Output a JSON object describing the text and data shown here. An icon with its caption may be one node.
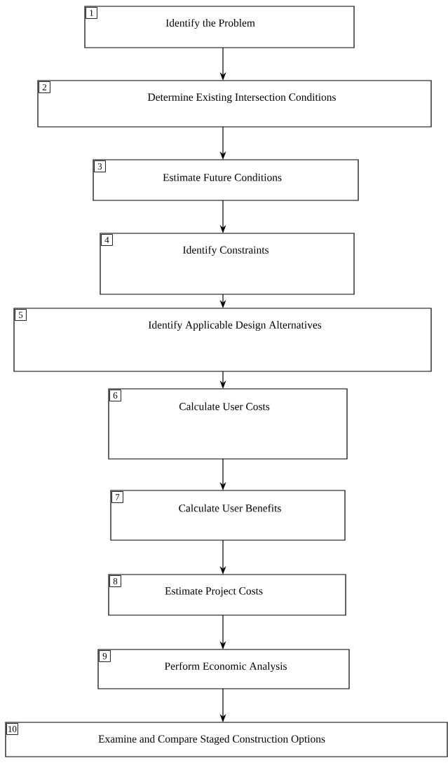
{
  "diagram": {
    "nodes": [
      {
        "text": [
          "1",
          "Identify the Problem"
        ]
      },
      {
        "text": [
          "2",
          "Determine Existing  Intersection Conditions"
        ]
      },
      {
        "text": [
          "3",
          "Estimate Future Conditions"
        ]
      },
      {
        "text": [
          "4",
          "Identify Constraints"
        ]
      },
      {
        "text": [
          "5",
          "Identify Applicable Design Alternatives"
        ]
      },
      {
        "text": [
          "6",
          "Calculate User Costs"
        ]
      },
      {
        "text": [
          "7",
          "Calculate User Benefits"
        ]
      },
      {
        "text": [
          "8",
          "Estimate Project Costs"
        ]
      },
      {
        "text": [
          "9",
          "Perform Economic Analysis"
        ]
      },
      {
        "text": [
          "10",
          "Examine and Compare Staged Construction Options"
        ]
      }
    ],
    "edges": [
      {
        "from": 0,
        "to": 1,
        "arrow": "to"
      },
      {
        "from": 1,
        "to": 2,
        "arrow": "to"
      },
      {
        "from": 2,
        "to": 3,
        "arrow": "to"
      },
      {
        "from": 3,
        "to": 4,
        "arrow": "to"
      },
      {
        "from": 4,
        "to": 5,
        "arrow": "to"
      },
      {
        "from": 5,
        "to": 6,
        "arrow": "to"
      },
      {
        "from": 6,
        "to": 7,
        "arrow": "to"
      },
      {
        "from": 7,
        "to": 8,
        "arrow": "to"
      },
      {
        "from": 8,
        "to": 9,
        "arrow": "to"
      }
    ]
  }
}
